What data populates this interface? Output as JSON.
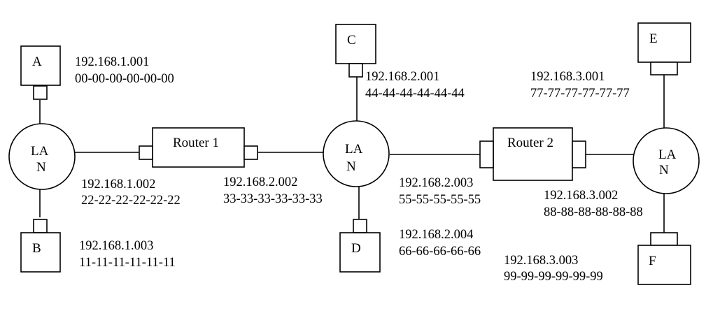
{
  "diagram": {
    "type": "network-topology",
    "hosts": [
      {
        "id": "A",
        "label": "A",
        "lan": 1,
        "ip": "192.168.1.001",
        "mac": "00-00-00-00-00-00"
      },
      {
        "id": "B",
        "label": "B",
        "lan": 1,
        "ip": "192.168.1.003",
        "mac": "11-11-11-11-11-11"
      },
      {
        "id": "C",
        "label": "C",
        "lan": 2,
        "ip": "192.168.2.001",
        "mac": "44-44-44-44-44-44"
      },
      {
        "id": "D",
        "label": "D",
        "lan": 2,
        "ip": "192.168.2.004",
        "mac": "66-66-66-66-66"
      },
      {
        "id": "E",
        "label": "E",
        "lan": 3,
        "ip": "192.168.3.001",
        "mac": "77-77-77-77-77-77"
      },
      {
        "id": "F",
        "label": "F",
        "lan": 3,
        "ip": "192.168.3.003",
        "mac": "99-99-99-99-99-99"
      }
    ],
    "lans": [
      {
        "id": "lan1",
        "label_line1": "LA",
        "label_line2": "N"
      },
      {
        "id": "lan2",
        "label_line1": "LA",
        "label_line2": "N"
      },
      {
        "id": "lan3",
        "label_line1": "LA",
        "label_line2": "N"
      }
    ],
    "routers": [
      {
        "id": "router1",
        "label": "Router 1",
        "interfaces": [
          {
            "side": "left",
            "lan": 1,
            "ip": "192.168.1.002",
            "mac": "22-22-22-22-22-22"
          },
          {
            "side": "right",
            "lan": 2,
            "ip": "192.168.2.002",
            "mac": "33-33-33-33-33-33"
          }
        ]
      },
      {
        "id": "router2",
        "label": "Router 2",
        "interfaces": [
          {
            "side": "left",
            "lan": 2,
            "ip": "192.168.2.003",
            "mac": "55-55-55-55-55"
          },
          {
            "side": "right",
            "lan": 3,
            "ip": "192.168.3.002",
            "mac": "88-88-88-88-88-88"
          }
        ]
      }
    ],
    "links": [
      [
        "A",
        "lan1"
      ],
      [
        "B",
        "lan1"
      ],
      [
        "lan1",
        "router1"
      ],
      [
        "router1",
        "lan2"
      ],
      [
        "C",
        "lan2"
      ],
      [
        "D",
        "lan2"
      ],
      [
        "lan2",
        "router2"
      ],
      [
        "router2",
        "lan3"
      ],
      [
        "E",
        "lan3"
      ],
      [
        "F",
        "lan3"
      ]
    ]
  }
}
